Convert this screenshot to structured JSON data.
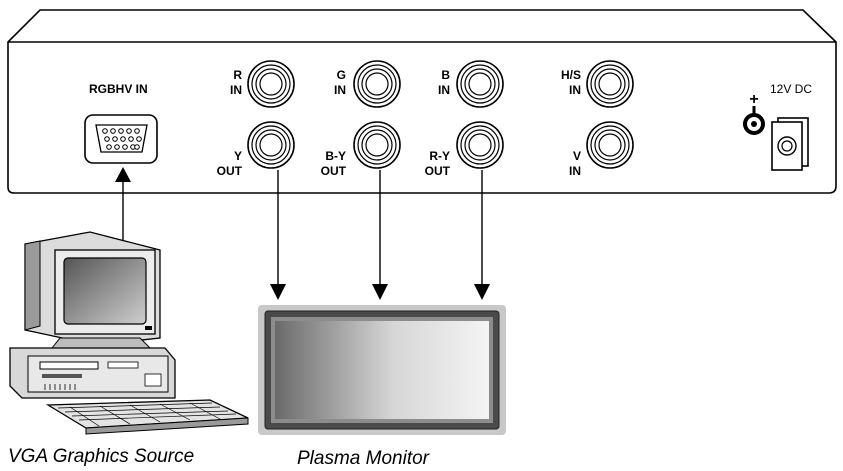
{
  "panel": {
    "rgbhv_in": "RGBHV IN",
    "connectors": {
      "r_in": [
        "R",
        "IN"
      ],
      "g_in": [
        "G",
        "IN"
      ],
      "b_in": [
        "B",
        "IN"
      ],
      "hs_in": [
        "H/S",
        "IN"
      ],
      "y_out": [
        "Y",
        "OUT"
      ],
      "by_out": [
        "B-Y",
        "OUT"
      ],
      "ry_out": [
        "R-Y",
        "OUT"
      ],
      "v_in": [
        "V",
        "IN"
      ]
    },
    "power_label": "12V DC",
    "power_polarity": "+"
  },
  "captions": {
    "source": "VGA Graphics Source",
    "monitor": "Plasma Monitor"
  }
}
